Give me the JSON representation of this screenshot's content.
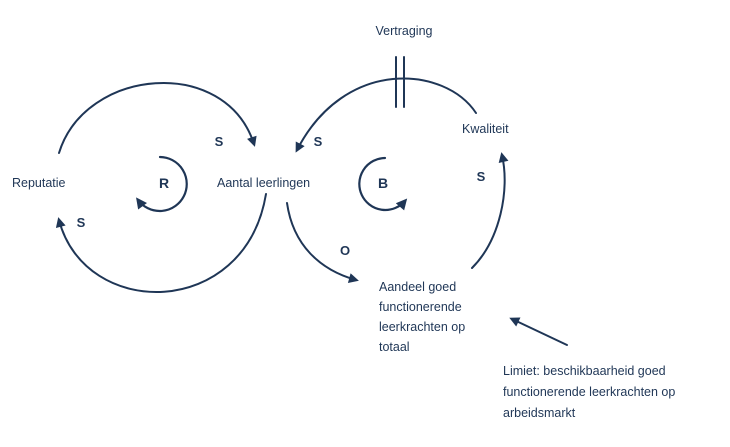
{
  "colors": {
    "ink": "#1f3656",
    "background": "#ffffff"
  },
  "nodes": {
    "vertraging": "Vertraging",
    "kwaliteit": "Kwaliteit",
    "reputatie": "Reputatie",
    "aantal_leerlingen": "Aantal leerlingen",
    "aandeel_goed": {
      "lines": [
        "Aandeel goed",
        "functionerende",
        "leerkrachten op",
        "totaal"
      ]
    },
    "limiet": {
      "lines": [
        "Limiet: beschikbaarheid goed",
        "functionerende leerkrachten op",
        "arbeidsmarkt"
      ]
    }
  },
  "loop_markers": {
    "reinforcing": "R",
    "balancing": "B"
  },
  "polarity_labels": {
    "reputatie_to_aantal": "S",
    "aantal_to_reputatie": "S",
    "kwaliteit_to_aantal": "S",
    "aandeel_to_kwaliteit": "S",
    "aantal_to_aandeel": "O"
  }
}
